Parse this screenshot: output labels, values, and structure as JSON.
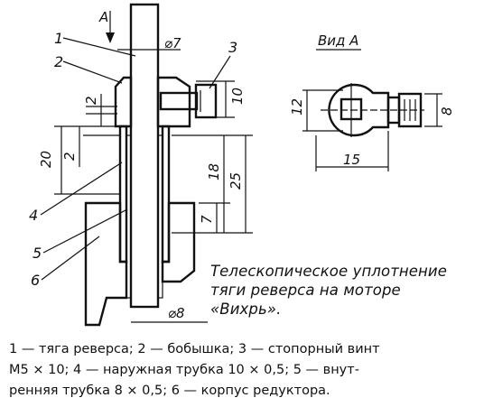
{
  "labels": {
    "arrow": "A",
    "view": "Вид А",
    "part1": "1",
    "part2": "2",
    "part3": "3",
    "part4": "4",
    "part5": "5",
    "part6": "6"
  },
  "dimensions": {
    "d_top": "⌀7",
    "d_bottom": "⌀8",
    "bolt_len": "10",
    "gap2_a": "2",
    "gap2_b": "2",
    "h20": "20",
    "h18": "18",
    "h25": "25",
    "h7": "7",
    "va_12": "12",
    "va_8": "8",
    "va_15": "15"
  },
  "caption": {
    "line1": "Телескопическое уплотнение",
    "line2": "тяги реверса на моторе",
    "line3": "«Вихрь»."
  },
  "legend": {
    "line1": "1 — тяга реверса; 2 — бобышка; 3 — стопорный винт",
    "line2": "М5 × 10; 4 — наружная трубка 10 × 0,5; 5 — внут-",
    "line3": "ренняя трубка 8 × 0,5; 6 — корпус редуктора."
  }
}
